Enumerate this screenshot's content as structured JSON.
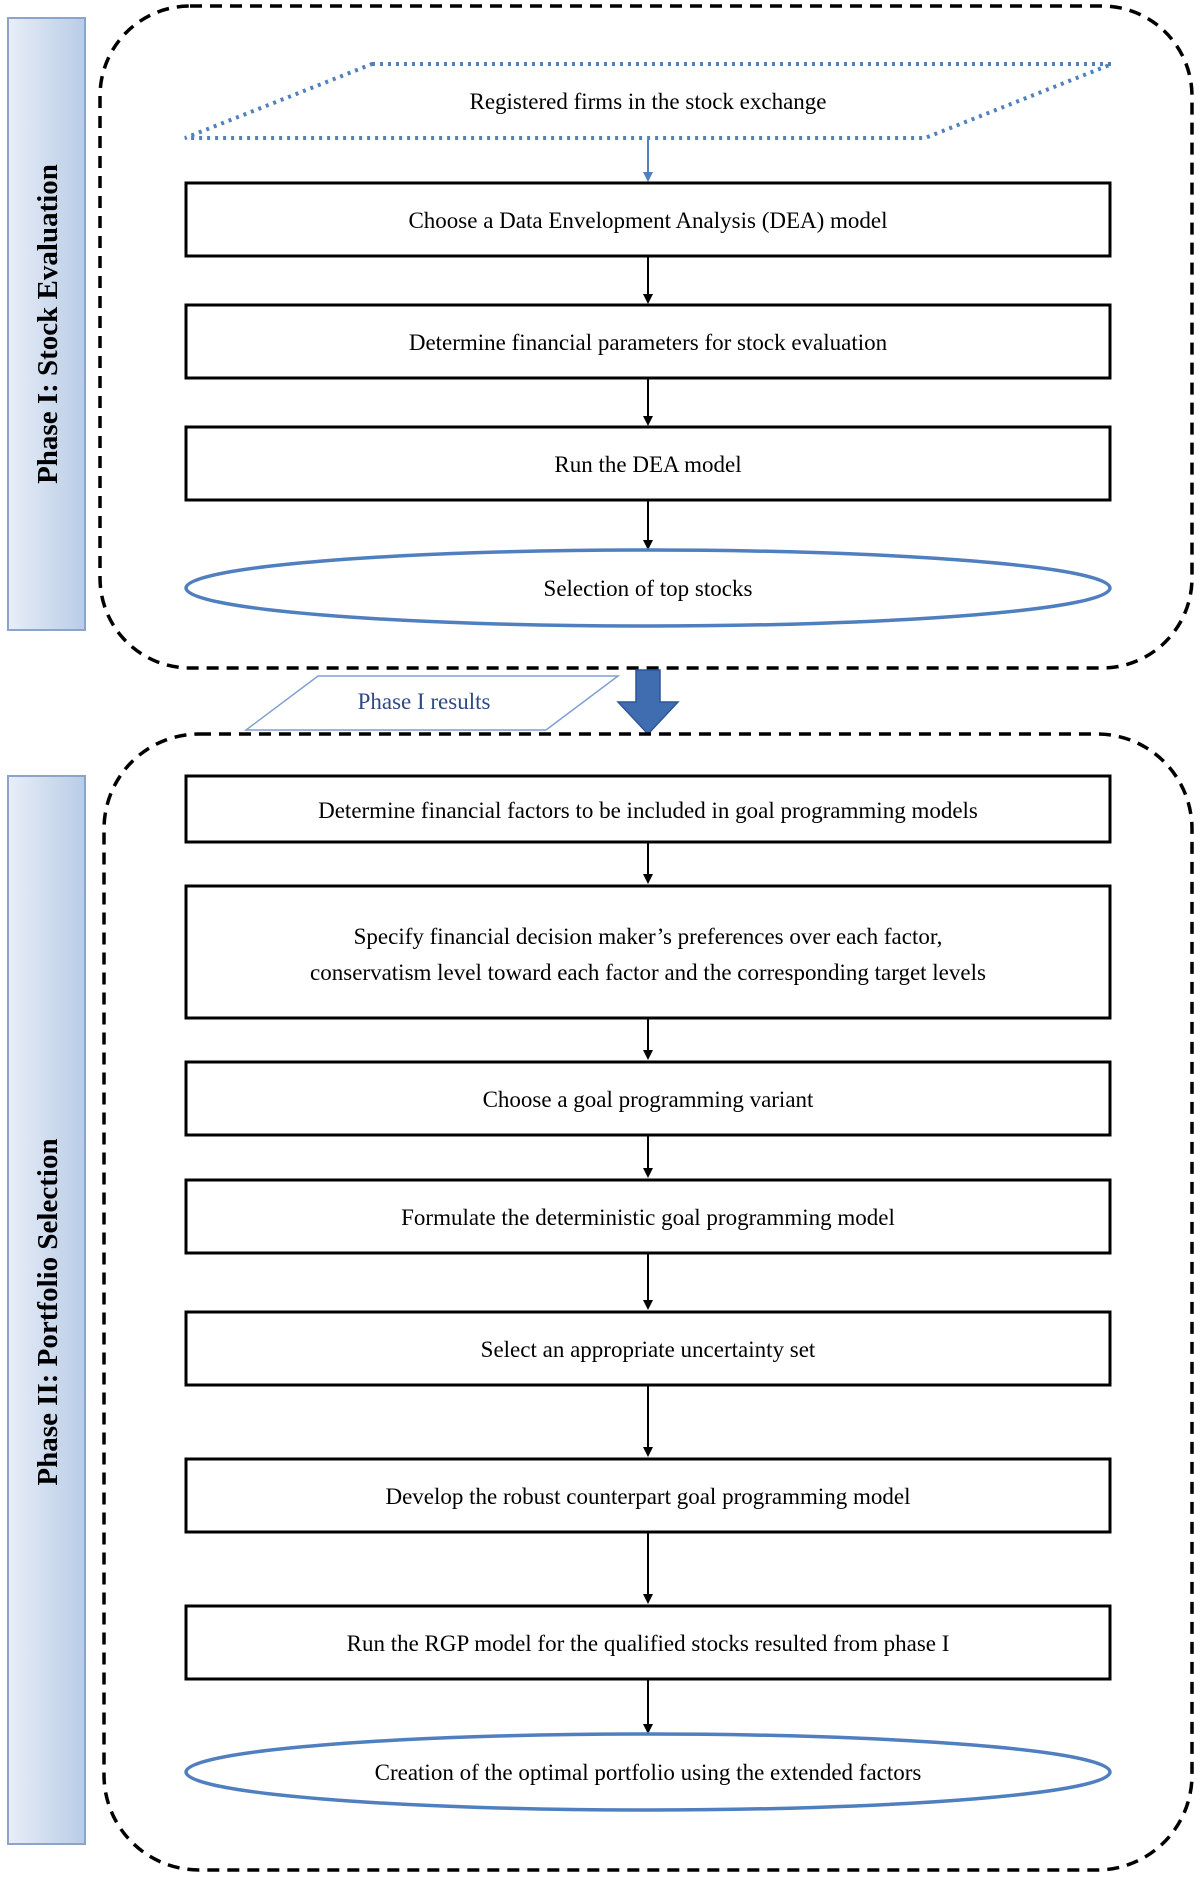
{
  "phase1": {
    "label": "Phase I: Stock Evaluation",
    "input": "Registered firms in the stock exchange",
    "steps": [
      "Choose a Data Envelopment Analysis (DEA) model",
      "Determine financial parameters for stock evaluation",
      "Run the DEA model"
    ],
    "output": "Selection of top stocks"
  },
  "transition": {
    "label": "Phase I results"
  },
  "phase2": {
    "label": "Phase II: Portfolio Selection",
    "steps": [
      {
        "lines": [
          "Determine financial factors to be included in goal programming models"
        ]
      },
      {
        "lines": [
          "Specify financial decision maker’s preferences over each factor,",
          "conservatism level toward each factor and the corresponding target levels"
        ]
      },
      {
        "lines": [
          "Choose a goal programming variant"
        ]
      },
      {
        "lines": [
          "Formulate the deterministic goal programming model"
        ]
      },
      {
        "lines": [
          "Select an appropriate uncertainty set"
        ]
      },
      {
        "lines": [
          "Develop the robust counterpart goal programming model"
        ]
      },
      {
        "lines": [
          "Run the RGP model for the qualified stocks resulted from phase I"
        ]
      }
    ],
    "output": "Creation of the optimal portfolio using the extended factors"
  },
  "colors": {
    "phase_bar_top": "#dce6f4",
    "phase_bar_bottom": "#b9cce6",
    "phase_bar_border": "#8aa4cc",
    "ellipse_stroke": "#4f7fbf",
    "dotted_stroke": "#4f81bd",
    "big_arrow": "#3f6db0",
    "transition_stroke": "#7f9fcf"
  }
}
